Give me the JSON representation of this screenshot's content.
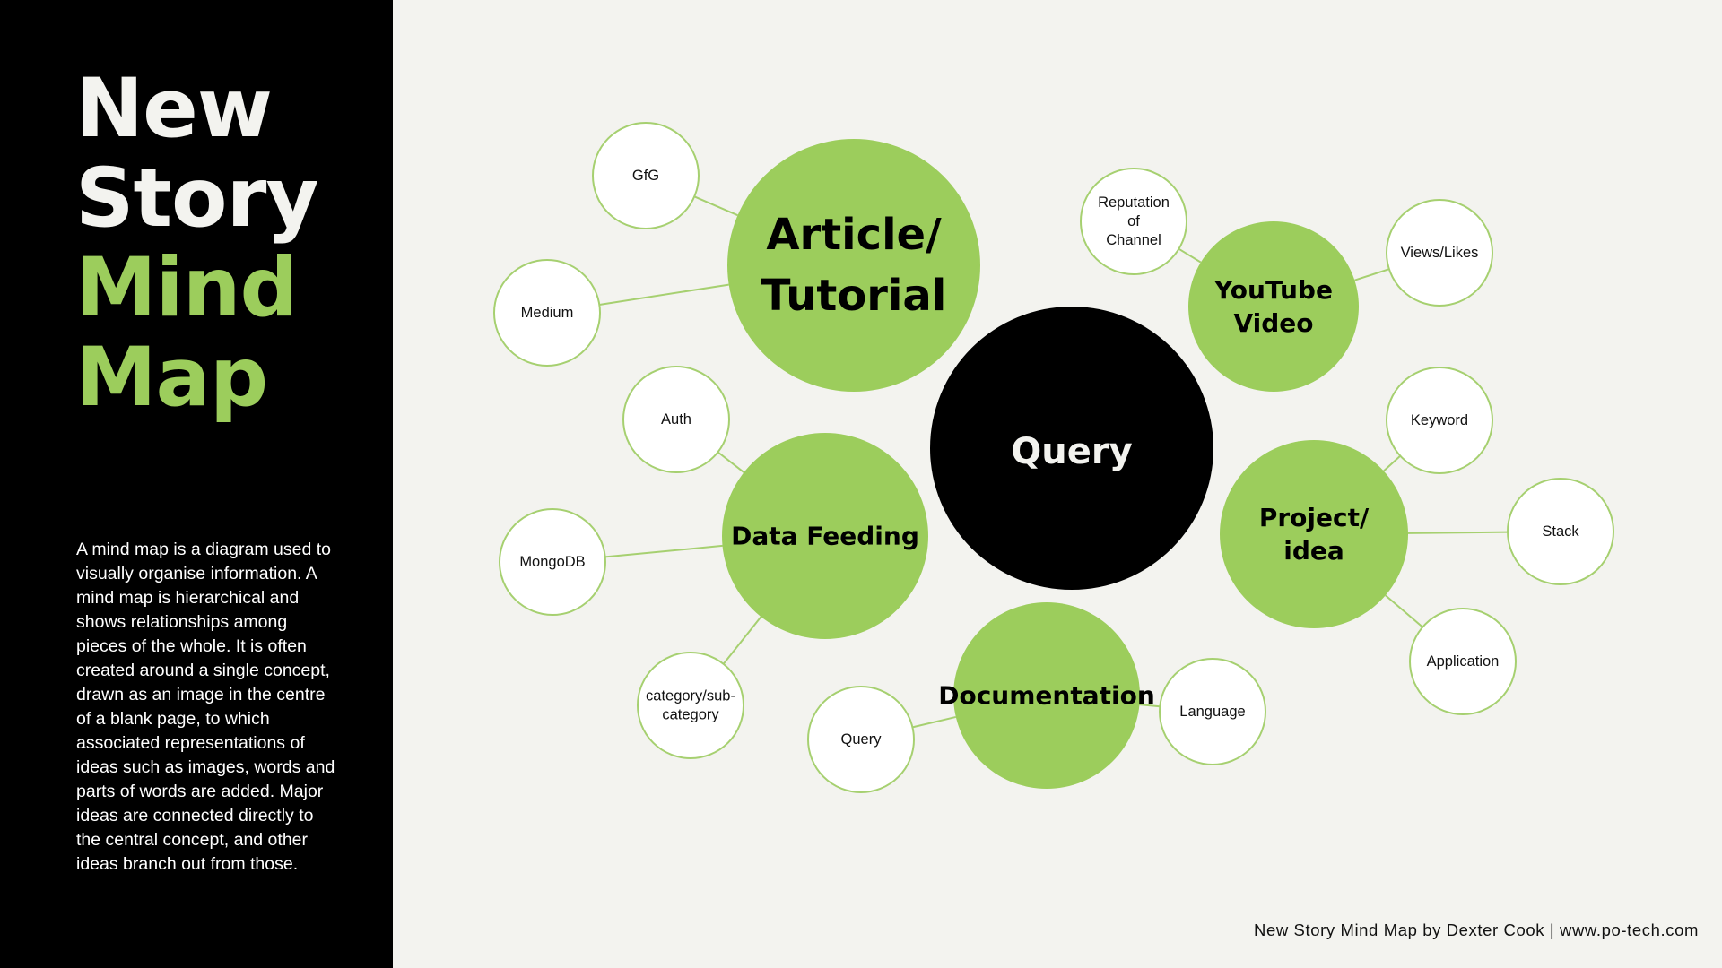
{
  "title": {
    "line1": "New",
    "line2": "Story",
    "line3": "Mind",
    "line4": "Map"
  },
  "description": "A mind map is a diagram used to visually organise information. A mind map is hierarchical and shows relationships among pieces of the whole. It is often created around a single concept, drawn as an image in the centre of a blank page, to which associated representations of ideas such as images, words and parts of words are added. Major ideas are connected directly to the central concept, and other ideas branch out from those.",
  "colors": {
    "sidebar": "#000000",
    "background": "#f3f3ef",
    "accent_green": "#9ccd5c",
    "leaf_border": "#a6d070",
    "center": "#000000"
  },
  "mindmap": {
    "center": {
      "label": "Query"
    },
    "branches": [
      {
        "key": "article",
        "label_lines": [
          "Article/",
          "Tutorial"
        ],
        "children": [
          {
            "label_lines": [
              "GfG"
            ]
          },
          {
            "label_lines": [
              "Medium"
            ]
          }
        ]
      },
      {
        "key": "youtube",
        "label_lines": [
          "YouTube",
          "Video"
        ],
        "children": [
          {
            "label_lines": [
              "Reputation",
              "of",
              "Channel"
            ]
          },
          {
            "label_lines": [
              "Views/Likes"
            ]
          }
        ]
      },
      {
        "key": "project",
        "label_lines": [
          "Project/",
          "idea"
        ],
        "children": [
          {
            "label_lines": [
              "Keyword"
            ]
          },
          {
            "label_lines": [
              "Stack"
            ]
          },
          {
            "label_lines": [
              "Application"
            ]
          }
        ]
      },
      {
        "key": "datafeeding",
        "label_lines": [
          "Data Feeding"
        ],
        "children": [
          {
            "label_lines": [
              "Auth"
            ]
          },
          {
            "label_lines": [
              "MongoDB"
            ]
          },
          {
            "label_lines": [
              "category/sub-",
              "category"
            ]
          }
        ]
      },
      {
        "key": "documentation",
        "label_lines": [
          "Documentation"
        ],
        "children": [
          {
            "label_lines": [
              "Query"
            ]
          },
          {
            "label_lines": [
              "Language"
            ]
          }
        ]
      }
    ]
  },
  "footer": "New Story Mind Map by Dexter Cook | www.po-tech.com"
}
